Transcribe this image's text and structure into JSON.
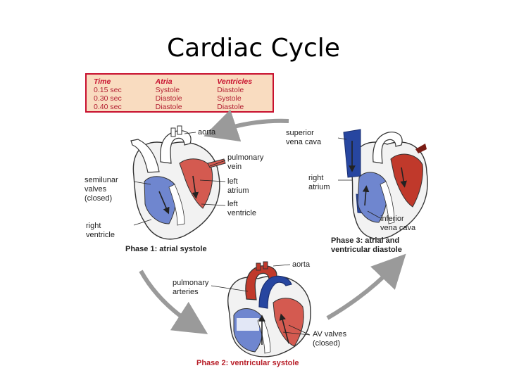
{
  "slide": {
    "title": "Cardiac Cycle"
  },
  "table": {
    "headers": [
      "Time",
      "Atria",
      "Ventricles"
    ],
    "rows": [
      [
        "0.15 sec",
        "Systole",
        "Diastole"
      ],
      [
        "0.30 sec",
        "Diastole",
        "Systole"
      ],
      [
        "0.40 sec",
        "Diastole",
        "Diastole"
      ]
    ]
  },
  "phase1": {
    "title": "Phase 1: atrial systole",
    "labels": {
      "aorta": "aorta",
      "pulmonary_vein_1": "pulmonary",
      "pulmonary_vein_2": "vein",
      "left_atrium_1": "left",
      "left_atrium_2": "atrium",
      "left_ventricle_1": "left",
      "left_ventricle_2": "ventricle",
      "semilunar_1": "semilunar",
      "semilunar_2": "valves",
      "semilunar_3": "(closed)",
      "right_ventricle_1": "right",
      "right_ventricle_2": "ventricle"
    }
  },
  "phase2": {
    "title": "Phase 2: ventricular systole",
    "labels": {
      "aorta": "aorta",
      "pulmonary_arteries_1": "pulmonary",
      "pulmonary_arteries_2": "arteries",
      "av_valves_1": "AV valves",
      "av_valves_2": "(closed)"
    }
  },
  "phase3": {
    "title_1": "Phase 3: atrial and",
    "title_2": "ventricular diastole",
    "labels": {
      "superior_1": "superior",
      "superior_2": "vena cava",
      "right_atrium_1": "right",
      "right_atrium_2": "atrium",
      "inferior_1": "inferior",
      "inferior_2": "vena cava"
    }
  },
  "colors": {
    "oxygenated": "#c0392b",
    "deoxygenated": "#4a68b8",
    "vessel_blue": "#2746a0",
    "cycle_arrow": "#9a9a9a",
    "table_bg": "#f9dcc0",
    "table_accent": "#c8102e"
  }
}
